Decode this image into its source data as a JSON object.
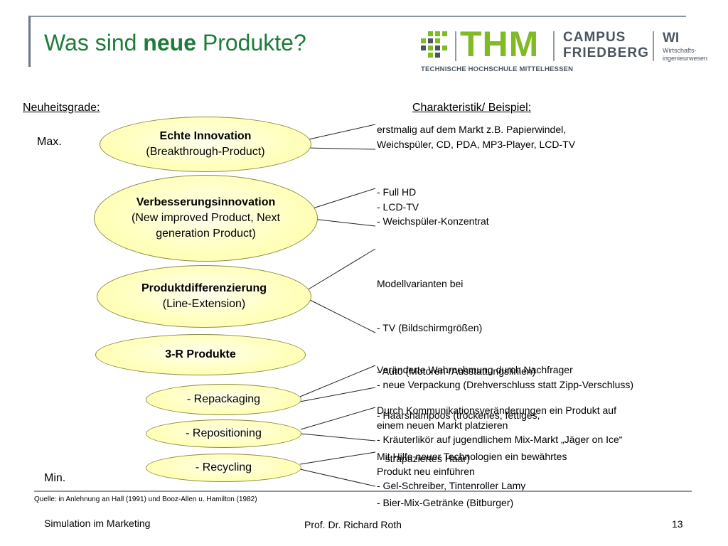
{
  "header": {
    "title_prefix": "Was sind ",
    "title_bold": "neue",
    "title_suffix": " Produkte?"
  },
  "logo": {
    "brand": "THM",
    "brand_subline": "TECHNISCHE HOCHSCHULE MITTELHESSEN",
    "campus_line1": "CAMPUS",
    "campus_line2": "FRIEDBERG",
    "dept": "WI",
    "dept_sub1": "Wirtschafts-",
    "dept_sub2": "ingenieurwesen",
    "colors": {
      "green": "#80ba24",
      "gray": "#4a5560"
    }
  },
  "columns": {
    "left_header": "Neuheitsgrade:",
    "right_header": "Charakteristik/ Beispiel:",
    "max_label": "Max.",
    "min_label": "Min."
  },
  "levels": [
    {
      "bold": "Echte Innovation",
      "sub": "(Breakthrough-Product)"
    },
    {
      "bold": "Verbesserungsinnovation",
      "sub": "(New improved Product, Next generation Product)"
    },
    {
      "bold": "Produktdifferenzierung",
      "sub": "(Line-Extension)"
    },
    {
      "bold": "3-R Produkte",
      "sub": ""
    }
  ],
  "sub_levels": [
    "- Repackaging",
    "- Repositioning",
    "- Recycling"
  ],
  "descriptions": [
    [
      "erstmalig auf dem Markt z.B. Papierwindel,",
      "Weichspüler, CD, PDA, MP3-Player, LCD-TV"
    ],
    [
      "- Full HD",
      "- LCD-TV",
      "- Weichspüler-Konzentrat"
    ],
    [
      "Modellvarianten bei",
      "- TV (Bildschirmgrößen)",
      "- Auto (Motoren-/Ausstattungslinien)",
      "- Haarshampoos (trockenes, fettiges,",
      "   strapaziertes Haar)",
      "- Bier-Mix-Getränke (Bitburger)"
    ],
    [
      "Veränderte Wahrnehmung durch Nachfrager",
      "- neue Verpackung (Drehverschluss statt Zipp-Verschluss)"
    ],
    [
      "Durch Kommunikationsveränderungen ein Produkt auf",
      "einem neuen Markt platzieren",
      "- Kräuterlikör auf jugendlichem Mix-Markt „Jäger on Ice“"
    ],
    [
      "Mit Hilfe neuer Technologien ein bewährtes",
      "Produkt neu einführen",
      "- Gel-Schreiber, Tintenroller Lamy"
    ]
  ],
  "source": "Quelle: in Anlehnung an Hall (1991) und Booz-Allen u. Hamilton (1982)",
  "footer": {
    "left": "Simulation im Marketing",
    "center": "Prof. Dr. Richard Roth",
    "page": "13"
  }
}
